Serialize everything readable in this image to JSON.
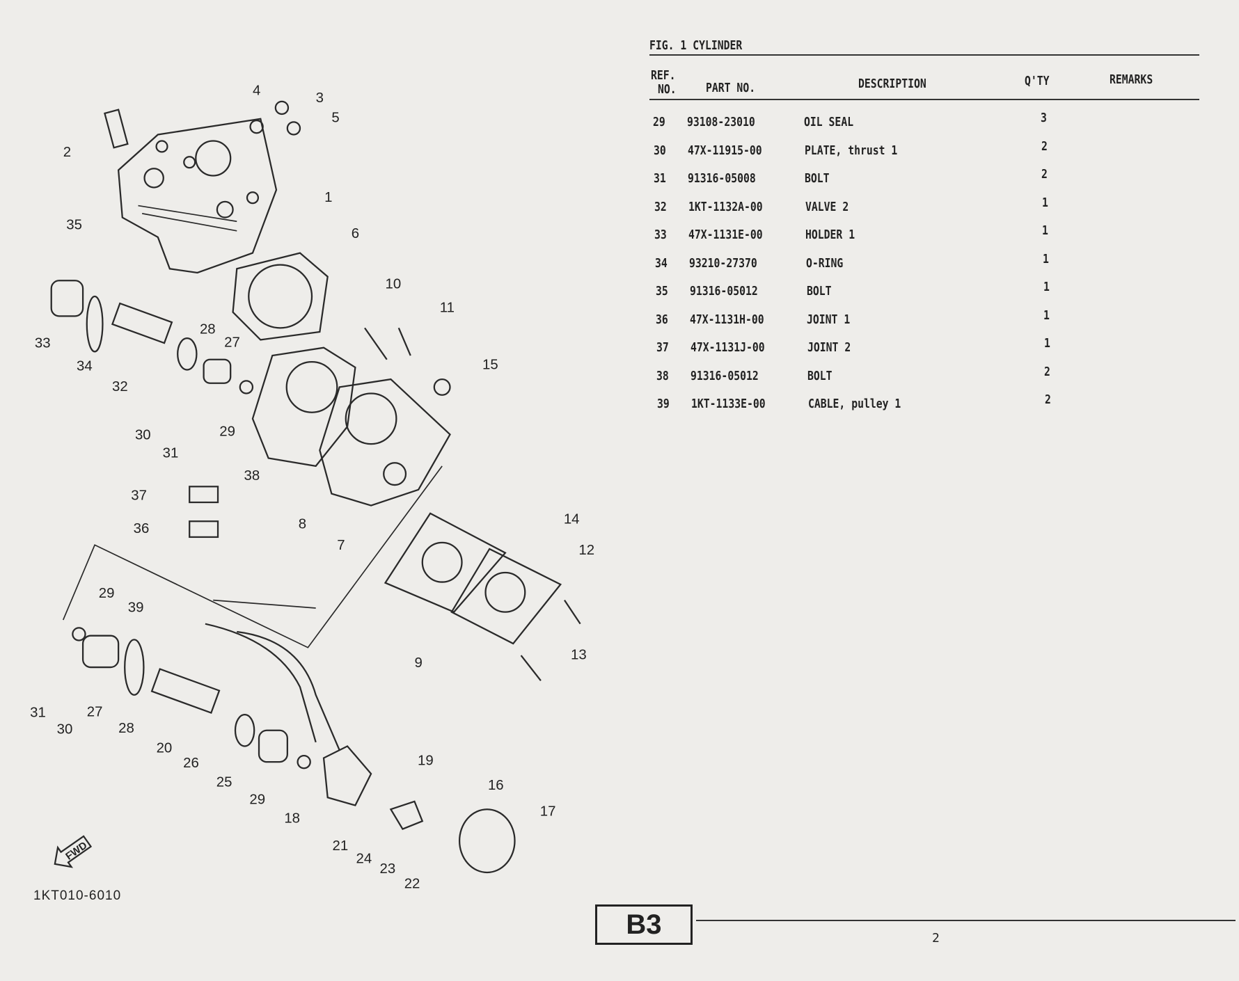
{
  "figure": {
    "title": "FIG.  1  CYLINDER"
  },
  "table": {
    "headers": {
      "ref_line1": "REF.",
      "ref_line2": "NO.",
      "part_no": "PART NO.",
      "description": "DESCRIPTION",
      "qty": "Q'TY",
      "remarks": "REMARKS"
    },
    "rows": [
      {
        "ref": "29",
        "part_no": "93108-23010",
        "description": "OIL SEAL",
        "qty": "3"
      },
      {
        "ref": "30",
        "part_no": "47X-11915-00",
        "description": "PLATE, thrust 1",
        "qty": "2"
      },
      {
        "ref": "31",
        "part_no": "91316-05008",
        "description": "BOLT",
        "qty": "2"
      },
      {
        "ref": "32",
        "part_no": "1KT-1132A-00",
        "description": "VALVE 2",
        "qty": "1"
      },
      {
        "ref": "33",
        "part_no": "47X-1131E-00",
        "description": "HOLDER 1",
        "qty": "1"
      },
      {
        "ref": "34",
        "part_no": "93210-27370",
        "description": "O-RING",
        "qty": "1"
      },
      {
        "ref": "35",
        "part_no": "91316-05012",
        "description": "BOLT",
        "qty": "1"
      },
      {
        "ref": "36",
        "part_no": "47X-1131H-00",
        "description": "JOINT 1",
        "qty": "1"
      },
      {
        "ref": "37",
        "part_no": "47X-1131J-00",
        "description": "JOINT 2",
        "qty": "1"
      },
      {
        "ref": "38",
        "part_no": "91316-05012",
        "description": "BOLT",
        "qty": "2"
      },
      {
        "ref": "39",
        "part_no": "1KT-1133E-00",
        "description": "CABLE, pulley 1",
        "qty": "2"
      }
    ]
  },
  "diagram": {
    "callouts": [
      "4",
      "3",
      "5",
      "2",
      "1",
      "6",
      "35",
      "33",
      "34",
      "32",
      "28",
      "27",
      "10",
      "11",
      "15",
      "29",
      "30",
      "31",
      "38",
      "37",
      "36",
      "8",
      "7",
      "14",
      "12",
      "29",
      "39",
      "9",
      "13",
      "31",
      "27",
      "30",
      "28",
      "20",
      "26",
      "25",
      "29",
      "18",
      "19",
      "16",
      "17",
      "21",
      "24",
      "23",
      "22"
    ],
    "fwd_label": "FWD",
    "figure_code": "1KT010-6010"
  },
  "footer": {
    "section": "B3",
    "page": "2"
  }
}
